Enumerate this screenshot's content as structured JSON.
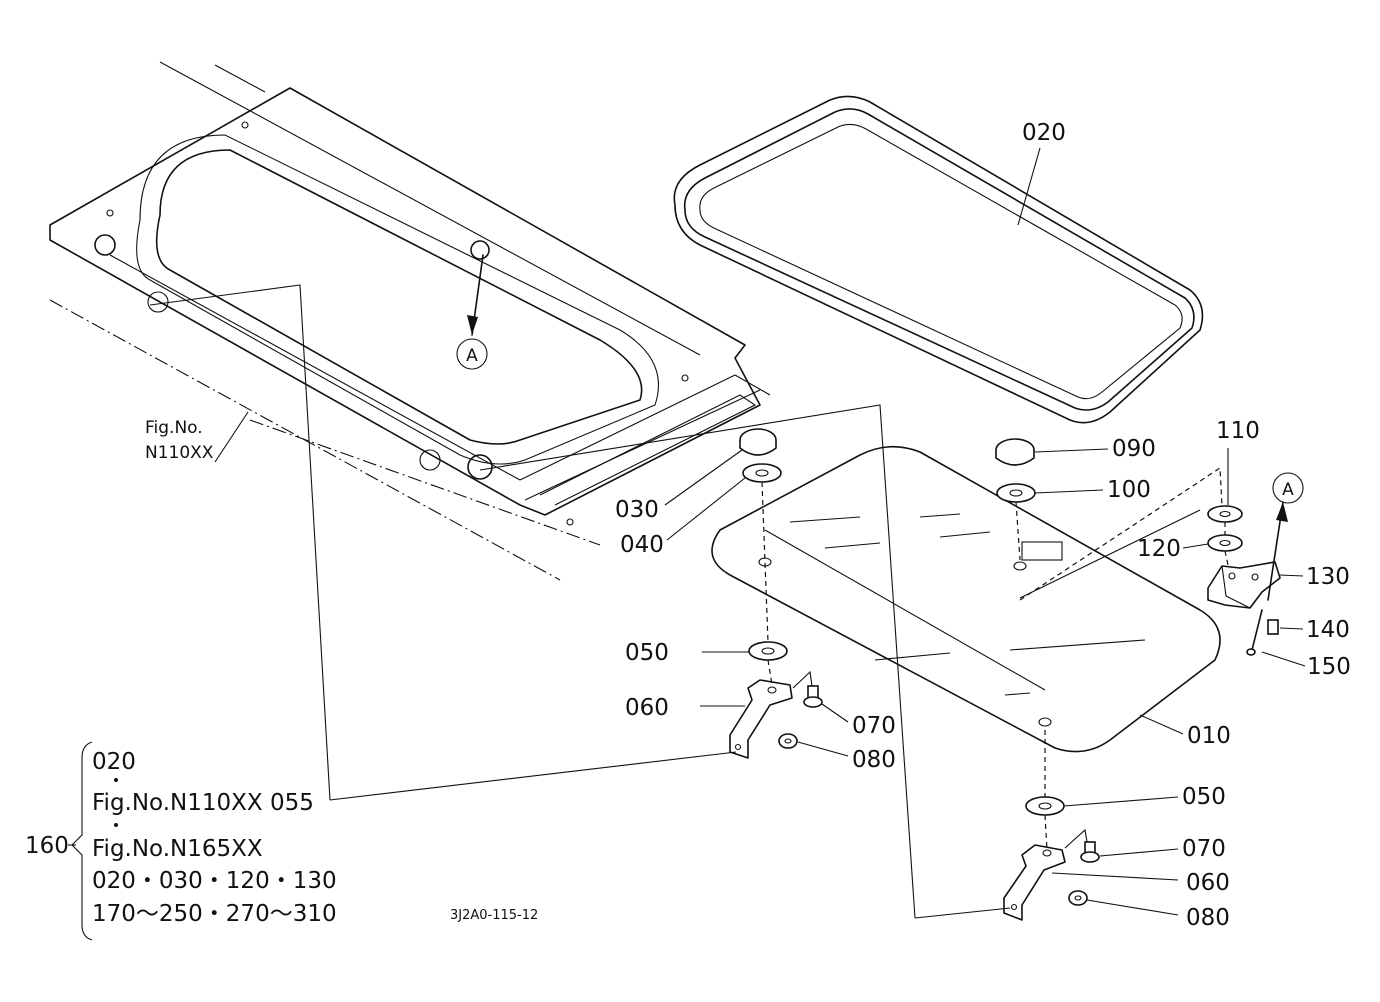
{
  "callouts": {
    "c010": "010",
    "c020": "020",
    "c030": "030",
    "c040": "040",
    "c050a": "050",
    "c050b": "050",
    "c060a": "060",
    "c060b": "060",
    "c070a": "070",
    "c070b": "070",
    "c080a": "080",
    "c080b": "080",
    "c090": "090",
    "c100": "100",
    "c110": "110",
    "c120": "120",
    "c130": "130",
    "c140": "140",
    "c150": "150"
  },
  "view_marker": {
    "letter": "A"
  },
  "fig_ref": {
    "line1": "Fig.No.",
    "line2": "N110XX"
  },
  "kit": {
    "number": "160",
    "lines": [
      "020",
      "Fig.No.N110XX  055",
      "Fig.No.N165XX",
      "020・030・120・130",
      "170～250・270～310"
    ]
  },
  "drawing_code": "3J2A0-115-12"
}
